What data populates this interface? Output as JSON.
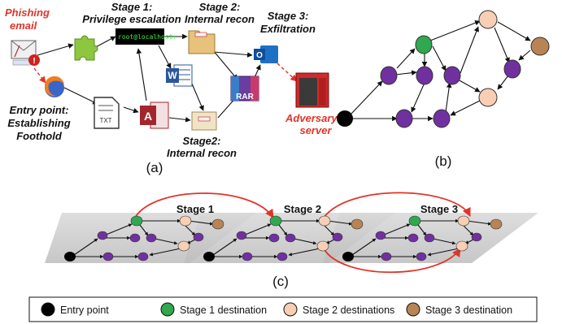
{
  "panel_a": {
    "phishing_1": "Phishing",
    "phishing_2": "email",
    "stage1_1": "Stage 1:",
    "stage1_2": "Privilege escalation",
    "stage2_1": "Stage 2:",
    "stage2_2": "Internal recon",
    "stage3_1": "Stage 3:",
    "stage3_2": "Exfiltration",
    "terminal": "root@localhost:",
    "entry_1": "Entry point:",
    "entry_2": "Establishing",
    "entry_3": "Foothold",
    "txt_label": "TXT",
    "rar_label": "RAR",
    "word_label": "W",
    "access_label": "A",
    "outlook_label": "O",
    "stage2b_1": "Stage2:",
    "stage2b_2": "Internal recon",
    "adversary_1": "Adversary's",
    "adversary_2": "server",
    "caption": "(a)"
  },
  "panel_b": {
    "caption": "(b)"
  },
  "panel_c": {
    "stage1": "Stage 1",
    "stage2": "Stage 2",
    "stage3": "Stage 3",
    "caption": "(c)"
  },
  "legend": [
    {
      "label": "Entry point",
      "color": "#000000"
    },
    {
      "label": "Stage 1 destination",
      "color": "#2fa84f"
    },
    {
      "label": "Stage 2 destinations",
      "color": "#f8cfb4"
    },
    {
      "label": "Stage 3 destination",
      "color": "#b88455"
    }
  ],
  "colors": {
    "purple": "#7030a0",
    "red": "#e0342a",
    "gray": "#c8c8c8"
  }
}
